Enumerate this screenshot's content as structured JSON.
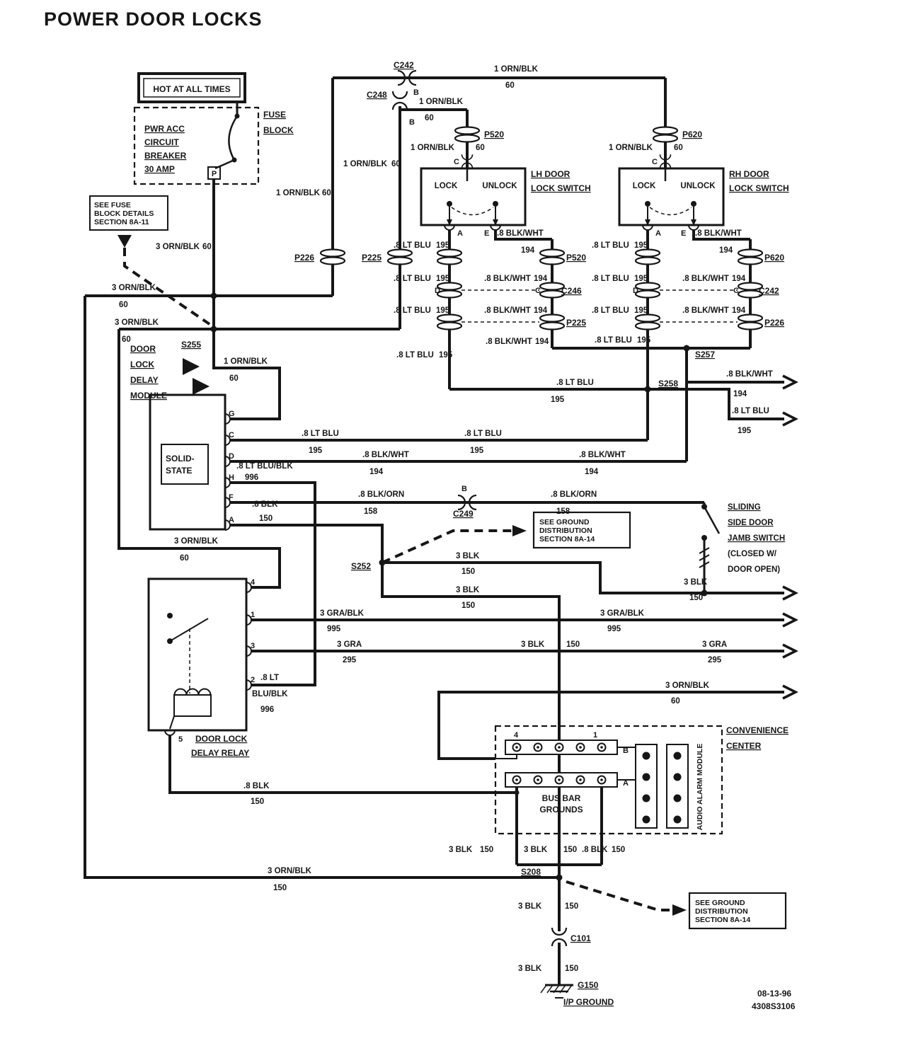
{
  "title": "POWER DOOR LOCKS",
  "footer": {
    "date": "08-13-96",
    "doc_number": "4308S3106"
  },
  "wires": {
    "orn1": "1 ORN/BLK",
    "orn3": "3 ORN/BLK",
    "ltblu": ".8 LT BLU",
    "blkwht": ".8 BLK/WHT",
    "blkorn": ".8 BLK/ORN",
    "blk3": "3 BLK",
    "blk8": ".8 BLK",
    "grablk": "3 GRA/BLK",
    "gra3": "3 GRA",
    "lt8": ".8 LT",
    "blublk": "BLU/BLK",
    "ltblublk": ".8 LT BLU/BLK"
  },
  "circuits": {
    "c60": "60",
    "c150": "150",
    "c158": "158",
    "c194": "194",
    "c195": "195",
    "c295": "295",
    "c995": "995",
    "c996": "996"
  },
  "pins": {
    "a": "A",
    "b": "B",
    "c": "C",
    "d": "D",
    "e": "E",
    "f": "F",
    "g": "G",
    "h": "H",
    "p": "P",
    "n1": "1",
    "n2": "2",
    "n3": "3",
    "n4": "4",
    "n5": "5"
  },
  "connectors": {
    "c101": "C101",
    "c242": "C242",
    "c246": "C246",
    "c248": "C248",
    "c249": "C249",
    "p225": "P225",
    "p226": "P226",
    "p520": "P520",
    "p620": "P620"
  },
  "splices": {
    "s208": "S208",
    "s252": "S252",
    "s255": "S255",
    "s257": "S257",
    "s258": "S258",
    "g150": "G150"
  },
  "components": {
    "hot": "HOT AT ALL TIMES",
    "fuse_l1": "PWR ACC",
    "fuse_l2": "CIRCUIT",
    "fuse_l3": "BREAKER",
    "fuse_l4": "30 AMP",
    "fuseblock_l1": "FUSE",
    "fuseblock_l2": "BLOCK",
    "seefuse_l1": "SEE FUSE",
    "seefuse_l2": "BLOCK DETAILS",
    "seefuse_l3": "SECTION 8A-11",
    "lh_l1": "LH DOOR",
    "lh_l2": "LOCK SWITCH",
    "rh_l1": "RH DOOR",
    "rh_l2": "LOCK SWITCH",
    "lock": "LOCK",
    "unlock": "UNLOCK",
    "module_l1": "DOOR",
    "module_l2": "LOCK",
    "module_l3": "DELAY",
    "module_l4": "MODULE",
    "solid_l1": "SOLID-",
    "solid_l2": "STATE",
    "relay_l1": "DOOR LOCK",
    "relay_l2": "DELAY RELAY",
    "jamb_l1": "SLIDING",
    "jamb_l2": "SIDE DOOR",
    "jamb_l3": "JAMB SWITCH",
    "jamb_l4": "(CLOSED W/",
    "jamb_l5": "DOOR OPEN)",
    "seegnd_l1": "SEE GROUND",
    "seegnd_l2": "DISTRIBUTION",
    "seegnd_l3": "SECTION 8A-14",
    "conv_l1": "CONVENIENCE",
    "conv_l2": "CENTER",
    "busbar_l1": "BUS BAR",
    "busbar_l2": "GROUNDS",
    "audio": "AUDIO ALARM MODULE",
    "ip_ground": "I/P GROUND"
  }
}
